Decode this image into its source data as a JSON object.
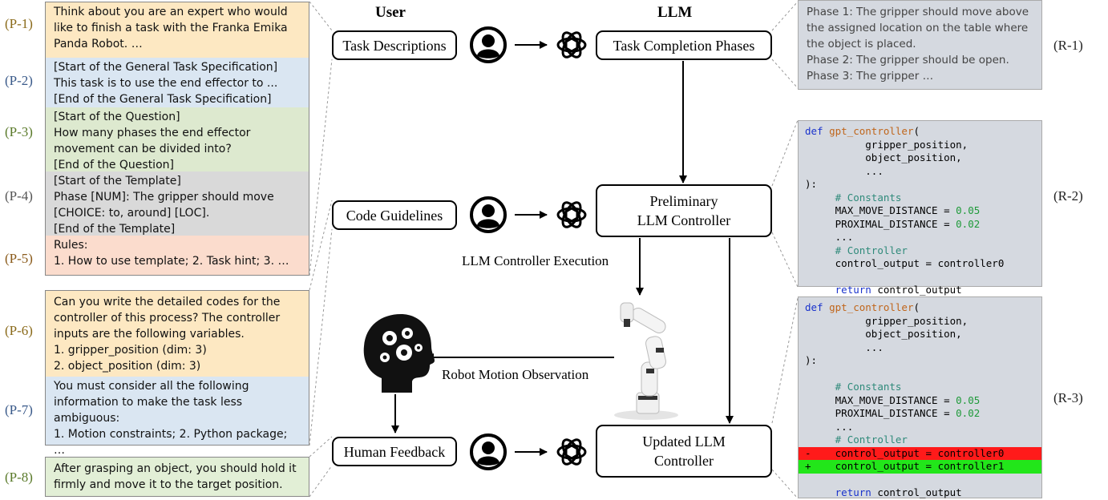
{
  "columns": {
    "user": "User",
    "llm": "LLM"
  },
  "prompts": [
    {
      "id": "(P-1)",
      "color": "#8a6a1a",
      "bg": "#fde8c2",
      "lines": [
        "Think about you are an expert who would",
        "like to finish a task with the Franka Emika",
        "Panda Robot. …"
      ]
    },
    {
      "id": "(P-2)",
      "color": "#3a5a8a",
      "bg": "#dae6f2",
      "lines": [
        "[Start of the General Task Specification]",
        "This task is to use the end effector to ...",
        "[End of the General Task Specification]"
      ]
    },
    {
      "id": "(P-3)",
      "color": "#5a7a2a",
      "bg": "#dde9cf",
      "lines": [
        "[Start of the Question]",
        "How many phases the end effector",
        "movement can be divided into?",
        "[End of the Question]"
      ]
    },
    {
      "id": "(P-4)",
      "color": "#555555",
      "bg": "#d9d9d9",
      "lines": [
        "[Start of the Template]",
        "Phase [NUM]: The gripper should move",
        "[CHOICE: to, around] [LOC].",
        "[End of the Template]"
      ]
    },
    {
      "id": "(P-5)",
      "color": "#8a5a1a",
      "bg": "#fbdccd",
      "lines": [
        "Rules:",
        "1. How to use template; 2. Task hint; 3. …"
      ]
    },
    {
      "id": "(P-6)",
      "color": "#8a6a1a",
      "bg": "#fde8c2",
      "lines": [
        "Can you write the detailed codes for the",
        "controller of this process? The controller",
        "inputs are the following variables.",
        "1. gripper_position (dim: 3)",
        "2. object_position (dim: 3)"
      ]
    },
    {
      "id": "(P-7)",
      "color": "#3a5a8a",
      "bg": "#dae6f2",
      "lines": [
        "You must consider all the following",
        "information to make the task less",
        "ambiguous:",
        "1. Motion constraints; 2. Python package; …"
      ]
    },
    {
      "id": "(P-8)",
      "color": "#5a7a2a",
      "bg": "#e2efd6",
      "lines": [
        "After grasping an object, you should hold it",
        "firmly and move it to the target position."
      ]
    }
  ],
  "nodes": {
    "task_descriptions": "Task Descriptions",
    "code_guidelines": "Code Guidelines",
    "human_feedback": "Human Feedback",
    "task_completion_phases": "Task Completion Phases",
    "preliminary_line1": "Preliminary",
    "preliminary_line2": "LLM Controller",
    "updated_line1": "Updated LLM",
    "updated_line2": "Controller"
  },
  "edge_labels": {
    "execution": "LLM Controller Execution",
    "observation": "Robot Motion Observation"
  },
  "responses": {
    "r1_label": "(R-1)",
    "r2_label": "(R-2)",
    "r3_label": "(R-3)",
    "r1_lines": [
      "Phase 1: The gripper should move above",
      "the assigned location on the table where",
      "the object is placed.",
      "Phase 2: The gripper should be open.",
      "Phase 3: The gripper …"
    ]
  },
  "code": {
    "def_kw": "def",
    "fn_name": "gpt_controller",
    "open_paren": "(",
    "arg1": "gripper_position,",
    "arg2": "object_position,",
    "ellipsis": "...",
    "close": "):",
    "comment_constants": "# Constants",
    "max_move": "MAX_MOVE_DISTANCE = ",
    "max_move_val": "0.05",
    "proximal": "PROXIMAL_DISTANCE = ",
    "proximal_val": "0.02",
    "comment_controller": "# Controller",
    "control_line": "control_output = controller0",
    "return_kw": "return",
    "return_val": " control_output",
    "diff_minus": "-",
    "diff_plus": "+",
    "control_line_old": "control_output = controller0",
    "control_line_new": "control_output = controller1"
  }
}
